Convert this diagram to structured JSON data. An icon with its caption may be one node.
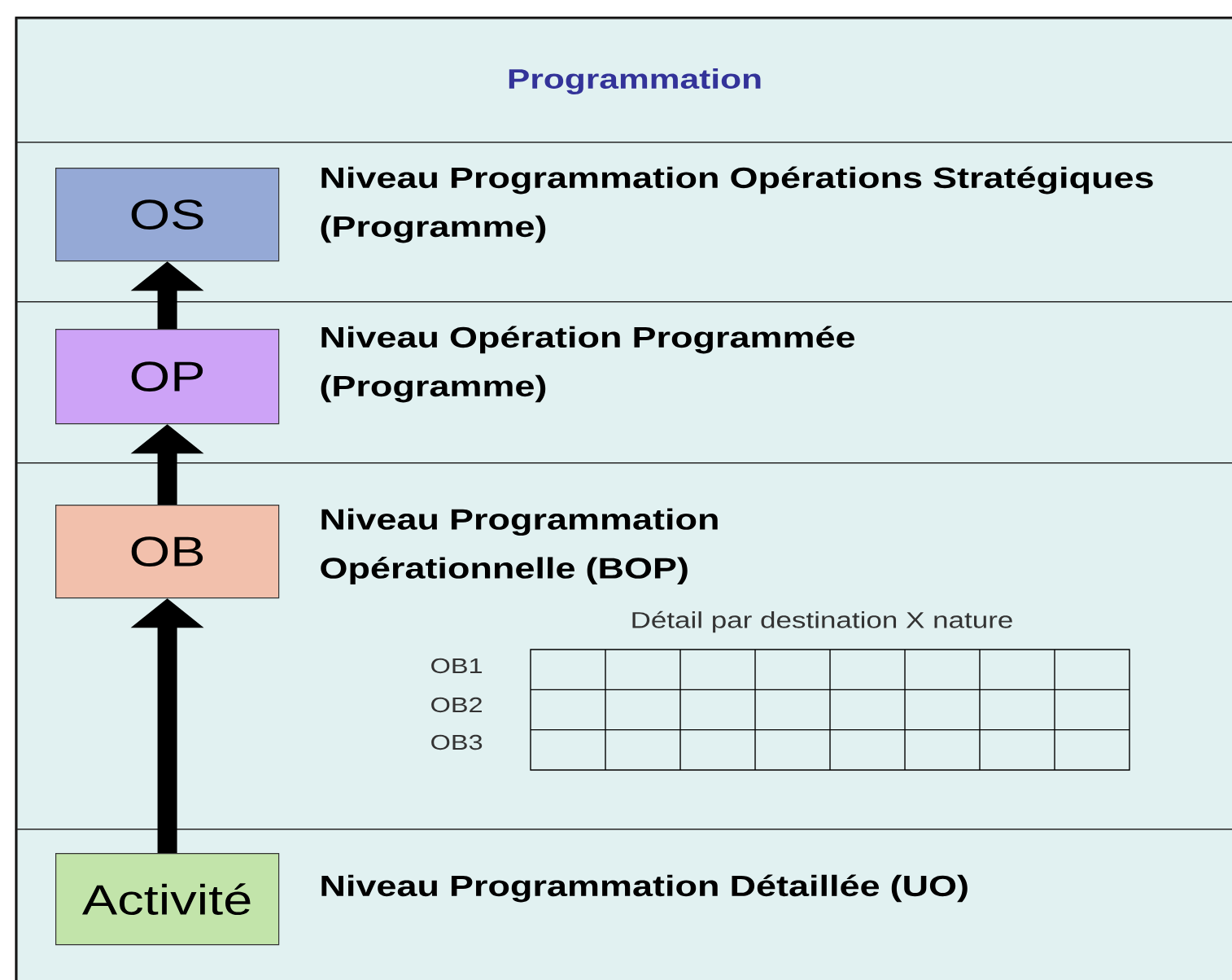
{
  "diagram": {
    "nodes": [
      {
        "text": [
          "Programmation"
        ]
      },
      {
        "text": [
          "Niveau Programmation Opérations Stratégiques (Programme)"
        ]
      },
      {
        "text": [
          "OS"
        ],
        "in": 1
      },
      {
        "text": [
          "Niveau Opération Programmée (Programme)"
        ]
      },
      {
        "text": [
          "OP"
        ],
        "in": 3
      },
      {
        "text": [
          "Niveau Programmation Opérationnelle (BOP)"
        ]
      },
      {
        "text": [
          "OB"
        ],
        "in": 5
      },
      {
        "text": [
          "Niveau Programmation Détaillée (UO)"
        ]
      },
      {
        "text": [
          "Activité"
        ],
        "in": 7
      }
    ],
    "edges": [
      {
        "from": 8,
        "to": 6,
        "arrow": "to"
      },
      {
        "from": 6,
        "to": 4,
        "arrow": "to"
      },
      {
        "from": 4,
        "to": 2,
        "arrow": "to"
      }
    ],
    "labels": [
      "Détail par destination X nature",
      "OB1",
      "OB2",
      "OB3"
    ]
  }
}
